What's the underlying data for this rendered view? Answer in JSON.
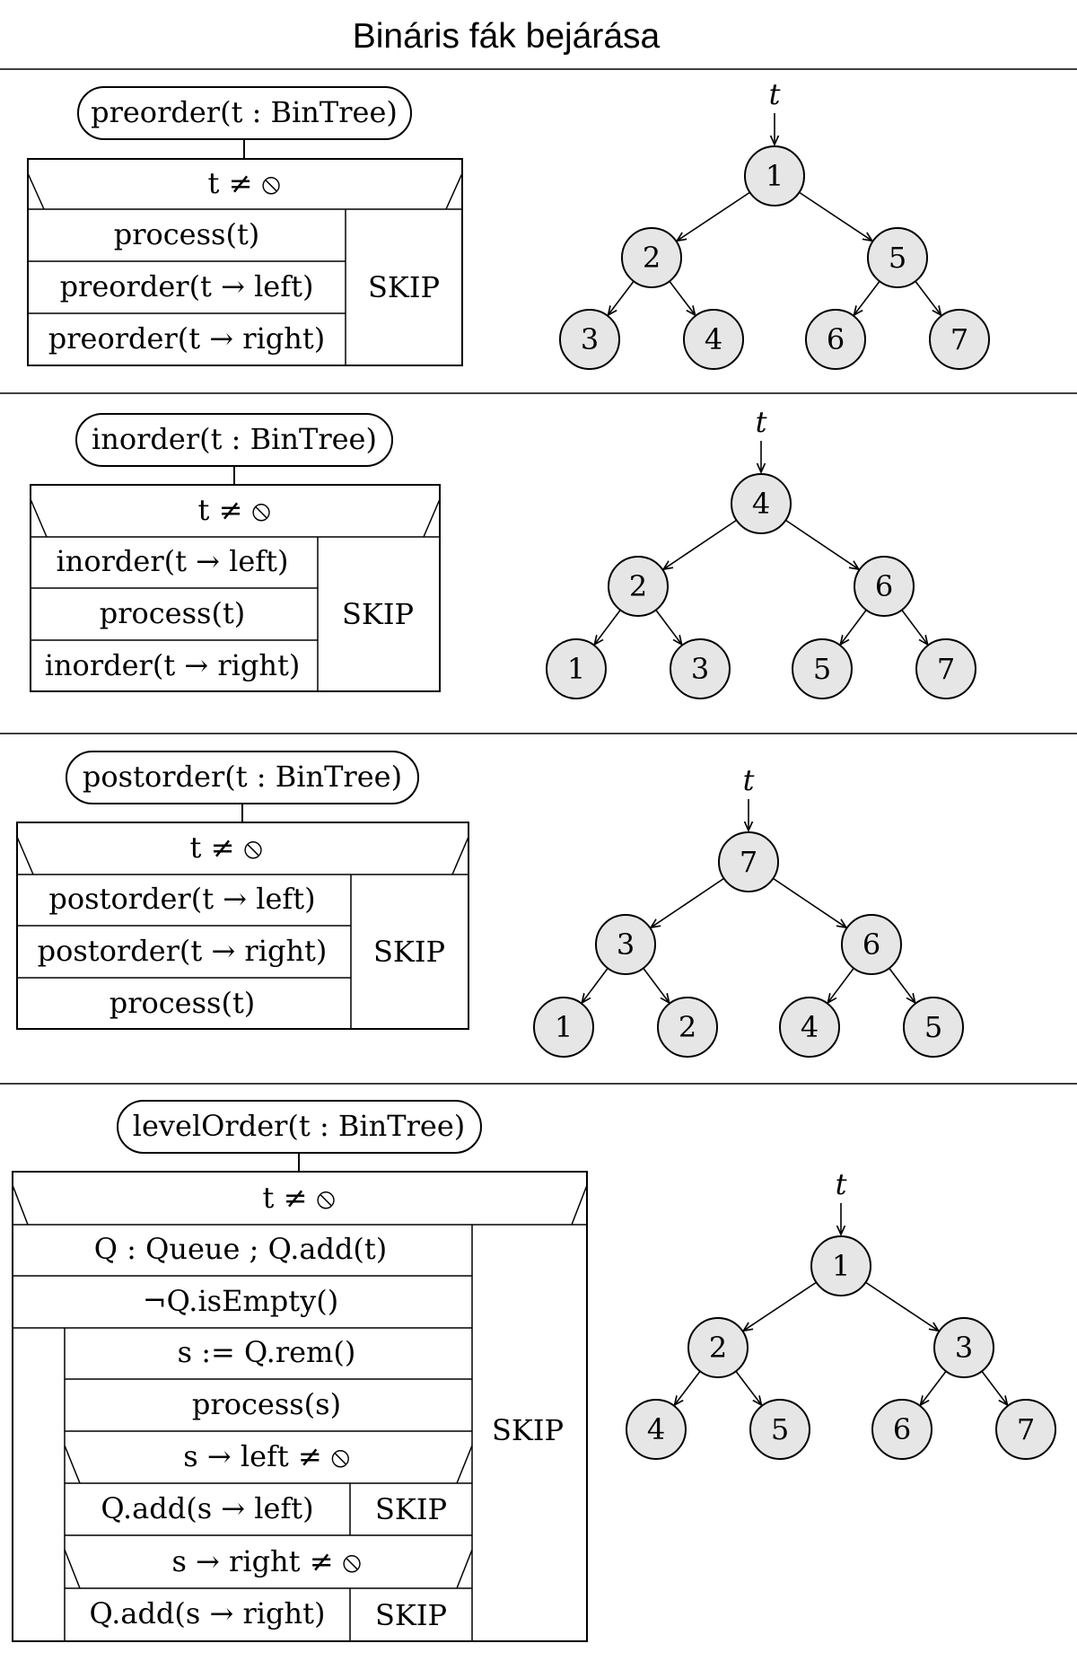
{
  "title": "Bináris fák bejárása",
  "sections": [
    {
      "id": "preorder",
      "signature": "preorder(t : BinTree)",
      "condition": "t ≠ ⦸",
      "statements": [
        "process(t)",
        "preorder(t → left)",
        "preorder(t → right)"
      ],
      "else_label": "SKIP",
      "tree": {
        "pointer": "t",
        "root": "1",
        "level2": [
          "2",
          "5"
        ],
        "level3": [
          "3",
          "4",
          "6",
          "7"
        ]
      }
    },
    {
      "id": "inorder",
      "signature": "inorder(t : BinTree)",
      "condition": "t ≠ ⦸",
      "statements": [
        "inorder(t → left)",
        "process(t)",
        "inorder(t → right)"
      ],
      "else_label": "SKIP",
      "tree": {
        "pointer": "t",
        "root": "4",
        "level2": [
          "2",
          "6"
        ],
        "level3": [
          "1",
          "3",
          "5",
          "7"
        ]
      }
    },
    {
      "id": "postorder",
      "signature": "postorder(t : BinTree)",
      "condition": "t ≠ ⦸",
      "statements": [
        "postorder(t → left)",
        "postorder(t → right)",
        "process(t)"
      ],
      "else_label": "SKIP",
      "tree": {
        "pointer": "t",
        "root": "7",
        "level2": [
          "3",
          "6"
        ],
        "level3": [
          "1",
          "2",
          "4",
          "5"
        ]
      }
    },
    {
      "id": "levelorder",
      "signature": "levelOrder(t : BinTree)",
      "condition": "t ≠ ⦸",
      "init": "Q : Queue ; Q.add(t)",
      "loop_condition": "¬Q.isEmpty()",
      "loop_body": [
        "s := Q.rem()",
        "process(s)"
      ],
      "if_left": {
        "condition": "s → left ≠ ⦸",
        "then": "Q.add(s → left)",
        "else": "SKIP"
      },
      "if_right": {
        "condition": "s → right ≠ ⦸",
        "then": "Q.add(s → right)",
        "else": "SKIP"
      },
      "else_label": "SKIP",
      "tree": {
        "pointer": "t",
        "root": "1",
        "level2": [
          "2",
          "3"
        ],
        "level3": [
          "4",
          "5",
          "6",
          "7"
        ]
      }
    }
  ]
}
